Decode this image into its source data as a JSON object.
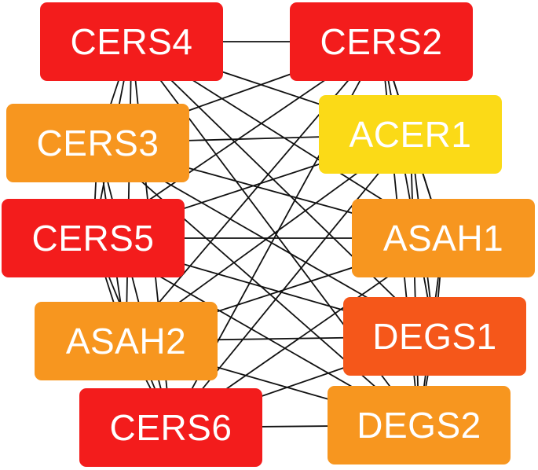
{
  "nodes": {
    "cers4": {
      "label": "CERS4",
      "color": "#F31C1C"
    },
    "cers2": {
      "label": "CERS2",
      "color": "#F31C1C"
    },
    "cers3": {
      "label": "CERS3",
      "color": "#F7961F"
    },
    "acer1": {
      "label": "ACER1",
      "color": "#FBDA17"
    },
    "cers5": {
      "label": "CERS5",
      "color": "#F31C1C"
    },
    "asah1": {
      "label": "ASAH1",
      "color": "#F7961F"
    },
    "asah2": {
      "label": "ASAH2",
      "color": "#F7961F"
    },
    "degs1": {
      "label": "DEGS1",
      "color": "#F5571A"
    },
    "cers6": {
      "label": "CERS6",
      "color": "#F31C1C"
    },
    "degs2": {
      "label": "DEGS2",
      "color": "#F7961F"
    }
  },
  "edges": [
    [
      "cers4",
      "cers2"
    ],
    [
      "cers4",
      "cers3"
    ],
    [
      "cers4",
      "acer1"
    ],
    [
      "cers4",
      "cers5"
    ],
    [
      "cers4",
      "asah1"
    ],
    [
      "cers4",
      "asah2"
    ],
    [
      "cers4",
      "degs1"
    ],
    [
      "cers4",
      "cers6"
    ],
    [
      "cers4",
      "degs2"
    ],
    [
      "cers2",
      "cers3"
    ],
    [
      "cers2",
      "acer1"
    ],
    [
      "cers2",
      "cers5"
    ],
    [
      "cers2",
      "asah1"
    ],
    [
      "cers2",
      "asah2"
    ],
    [
      "cers2",
      "degs1"
    ],
    [
      "cers2",
      "cers6"
    ],
    [
      "cers2",
      "degs2"
    ],
    [
      "cers3",
      "acer1"
    ],
    [
      "cers3",
      "cers5"
    ],
    [
      "cers3",
      "asah1"
    ],
    [
      "cers3",
      "asah2"
    ],
    [
      "cers3",
      "degs1"
    ],
    [
      "cers3",
      "cers6"
    ],
    [
      "cers3",
      "degs2"
    ],
    [
      "acer1",
      "cers5"
    ],
    [
      "acer1",
      "asah1"
    ],
    [
      "acer1",
      "asah2"
    ],
    [
      "acer1",
      "degs1"
    ],
    [
      "acer1",
      "cers6"
    ],
    [
      "acer1",
      "degs2"
    ],
    [
      "cers5",
      "asah1"
    ],
    [
      "cers5",
      "asah2"
    ],
    [
      "cers5",
      "degs1"
    ],
    [
      "cers5",
      "cers6"
    ],
    [
      "cers5",
      "degs2"
    ],
    [
      "asah1",
      "asah2"
    ],
    [
      "asah1",
      "degs1"
    ],
    [
      "asah1",
      "cers6"
    ],
    [
      "asah1",
      "degs2"
    ],
    [
      "asah2",
      "degs1"
    ],
    [
      "asah2",
      "cers6"
    ],
    [
      "asah2",
      "degs2"
    ],
    [
      "degs1",
      "cers6"
    ],
    [
      "degs1",
      "degs2"
    ],
    [
      "cers6",
      "degs2"
    ]
  ]
}
